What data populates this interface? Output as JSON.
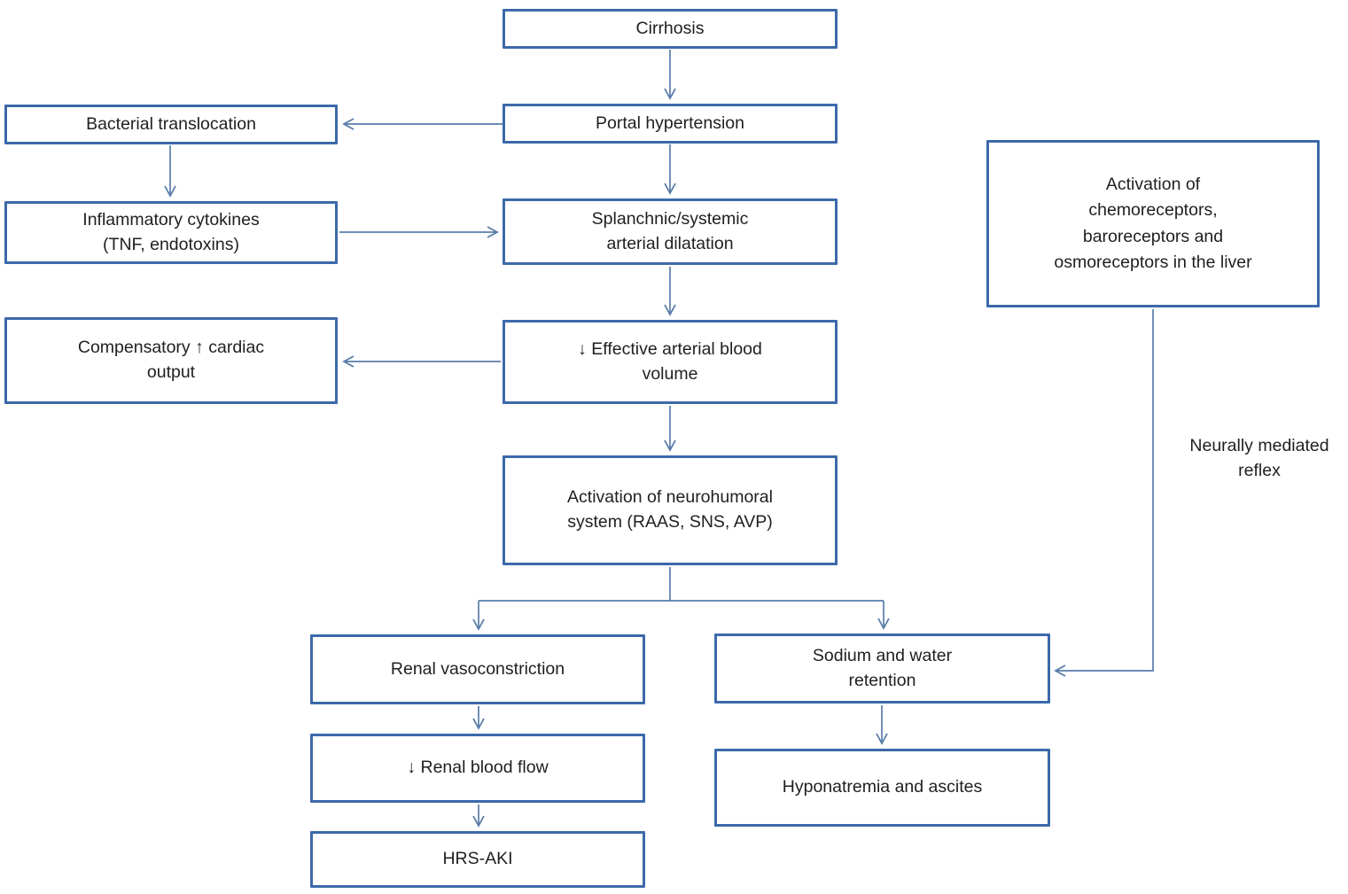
{
  "nodes": {
    "cirrhosis": {
      "label": "Cirrhosis"
    },
    "portal_hypertension": {
      "label": "Portal hypertension"
    },
    "bacterial_translocation": {
      "label": "Bacterial translocation"
    },
    "inflammatory_cytokines": {
      "label": "Inflammatory cytokines\n(TNF, endotoxins)"
    },
    "splanchnic_dilatation": {
      "label": "Splanchnic/systemic\narterial dilatation"
    },
    "compensatory_cardiac_output": {
      "label": "Compensatory ↑ cardiac\noutput"
    },
    "effective_arterial_blood_volume": {
      "label": "↓ Effective arterial blood\nvolume"
    },
    "neurohumoral_activation": {
      "label": "Activation of neurohumoral\nsystem (RAAS, SNS, AVP)"
    },
    "renal_vasoconstriction": {
      "label": "Renal vasoconstriction"
    },
    "sodium_water_retention": {
      "label": "Sodium and water\nretention"
    },
    "renal_blood_flow": {
      "label": "↓ Renal blood flow"
    },
    "hrs_aki": {
      "label": "HRS-AKI"
    },
    "hyponatremia_ascites": {
      "label": "Hyponatremia and ascites"
    },
    "receptor_activation": {
      "label": "Activation of\nchemoreceptors,\nbaroreceptors and\nosmoreceptors in the liver"
    }
  },
  "labels": {
    "neurally_mediated_reflex": "Neurally mediated\nreflex"
  },
  "edges": [
    {
      "from": "cirrhosis",
      "to": "portal_hypertension"
    },
    {
      "from": "portal_hypertension",
      "to": "bacterial_translocation"
    },
    {
      "from": "portal_hypertension",
      "to": "splanchnic_dilatation"
    },
    {
      "from": "bacterial_translocation",
      "to": "inflammatory_cytokines"
    },
    {
      "from": "inflammatory_cytokines",
      "to": "splanchnic_dilatation"
    },
    {
      "from": "splanchnic_dilatation",
      "to": "effective_arterial_blood_volume"
    },
    {
      "from": "effective_arterial_blood_volume",
      "to": "compensatory_cardiac_output"
    },
    {
      "from": "effective_arterial_blood_volume",
      "to": "neurohumoral_activation"
    },
    {
      "from": "neurohumoral_activation",
      "to": "renal_vasoconstriction"
    },
    {
      "from": "neurohumoral_activation",
      "to": "sodium_water_retention"
    },
    {
      "from": "renal_vasoconstriction",
      "to": "renal_blood_flow"
    },
    {
      "from": "renal_blood_flow",
      "to": "hrs_aki"
    },
    {
      "from": "sodium_water_retention",
      "to": "hyponatremia_ascites"
    },
    {
      "from": "receptor_activation",
      "to": "sodium_water_retention",
      "via_label": "neurally_mediated_reflex"
    }
  ],
  "colors": {
    "box_border": "#3c69aa",
    "connector": "#5a7ca9",
    "text": "#1f1f1f",
    "background": "#ffffff"
  }
}
